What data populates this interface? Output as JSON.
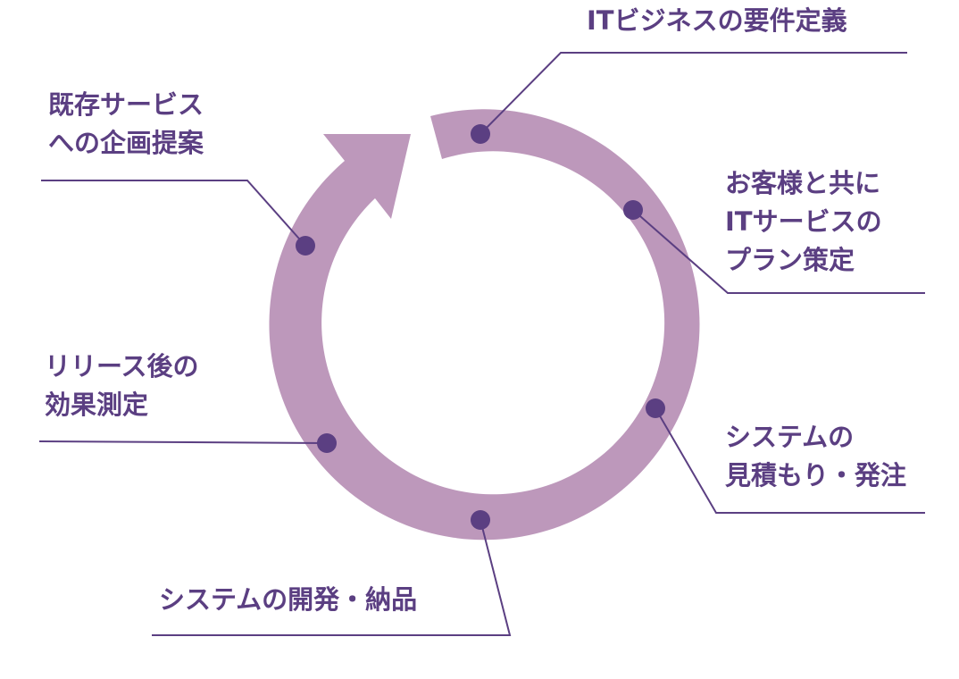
{
  "colors": {
    "ring": "#bd98bb",
    "accent": "#5b3f82",
    "line": "#5b3f82",
    "background": "#ffffff"
  },
  "steps": [
    {
      "lines": [
        "ITビジネスの要件定義"
      ]
    },
    {
      "lines": [
        "お客様と共に",
        "ITサービスの",
        "プラン策定"
      ]
    },
    {
      "lines": [
        "システムの",
        "見積もり・発注"
      ]
    },
    {
      "lines": [
        "システムの開発・納品"
      ]
    },
    {
      "lines": [
        "リリース後の",
        "効果測定"
      ]
    },
    {
      "lines": [
        "既存サービス",
        "への企画提案"
      ]
    }
  ]
}
